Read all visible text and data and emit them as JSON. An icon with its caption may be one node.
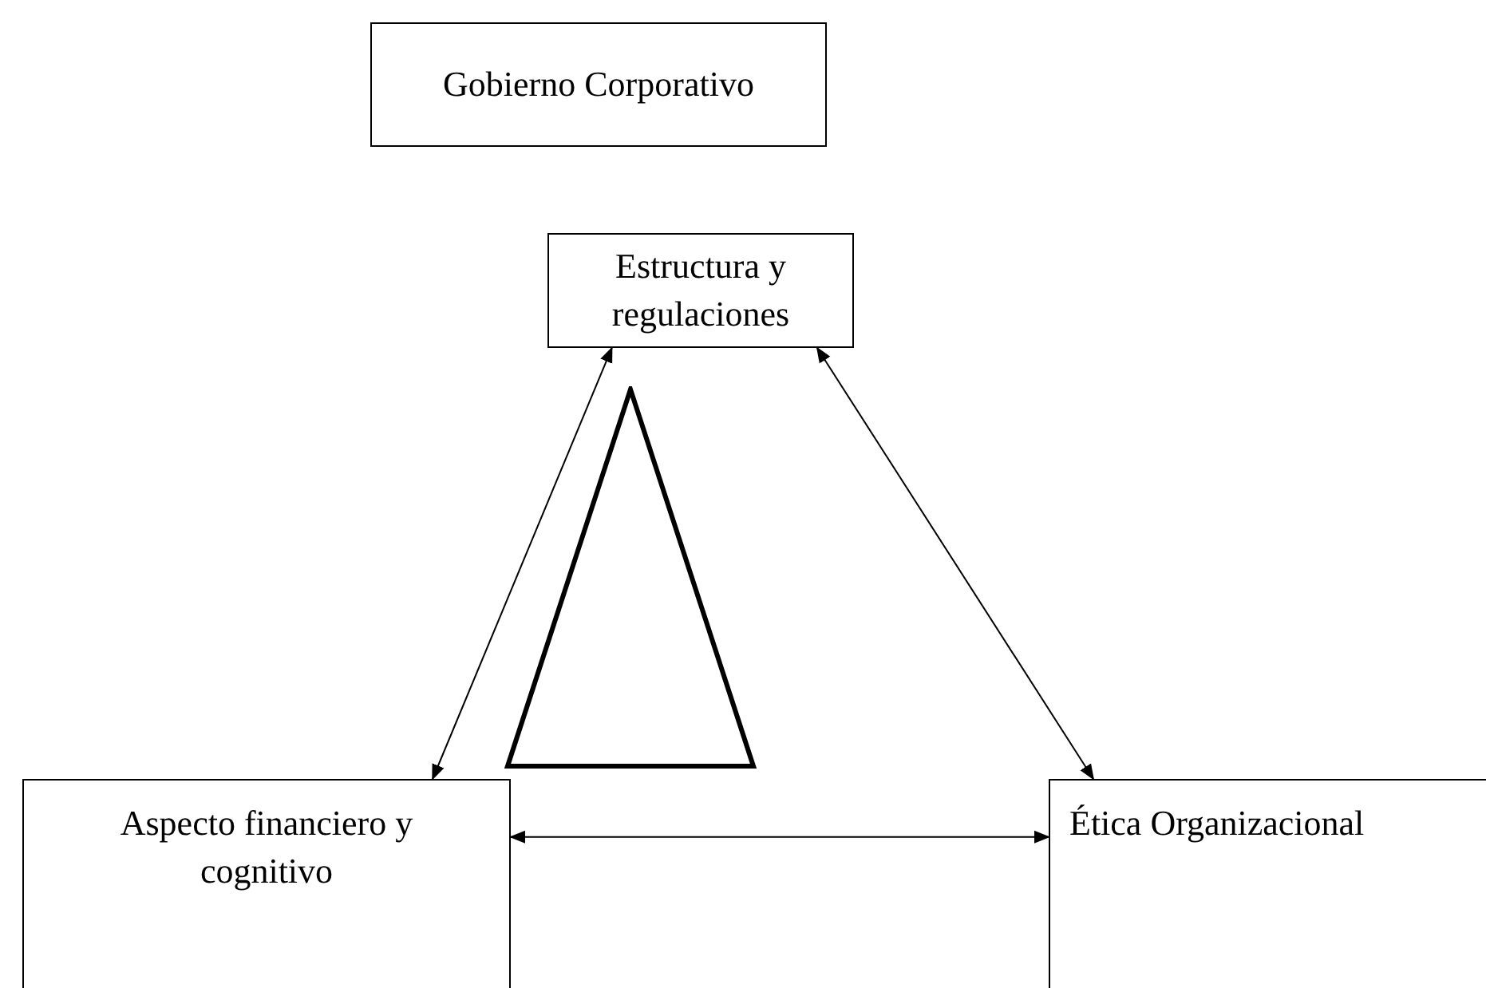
{
  "diagram": {
    "nodes": [
      {
        "text": [
          "Gobierno Corporativo"
        ]
      },
      {
        "text": [
          "Estructura y regulaciones"
        ]
      },
      {
        "text": [],
        "shape": "triangle"
      },
      {
        "text": [
          "Aspecto financiero y cognitivo"
        ]
      },
      {
        "text": [
          "Ética Organizacional"
        ]
      }
    ],
    "edges": [
      {
        "from": 1,
        "to": 3,
        "arrow": "both"
      },
      {
        "from": 1,
        "to": 4,
        "arrow": "both"
      },
      {
        "from": 3,
        "to": 4,
        "arrow": "both"
      }
    ]
  }
}
